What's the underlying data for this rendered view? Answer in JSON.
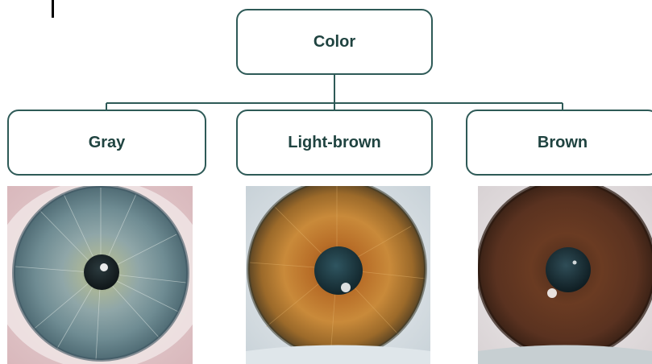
{
  "diagram": {
    "root": {
      "label": "Color"
    },
    "children": [
      {
        "label": "Gray"
      },
      {
        "label": "Light-brown"
      },
      {
        "label": "Brown"
      }
    ]
  },
  "colors": {
    "border": "#2e5a57",
    "text": "#1f4340"
  },
  "images": [
    {
      "subject": "gray iris photo"
    },
    {
      "subject": "light-brown iris photo"
    },
    {
      "subject": "brown iris photo"
    }
  ]
}
